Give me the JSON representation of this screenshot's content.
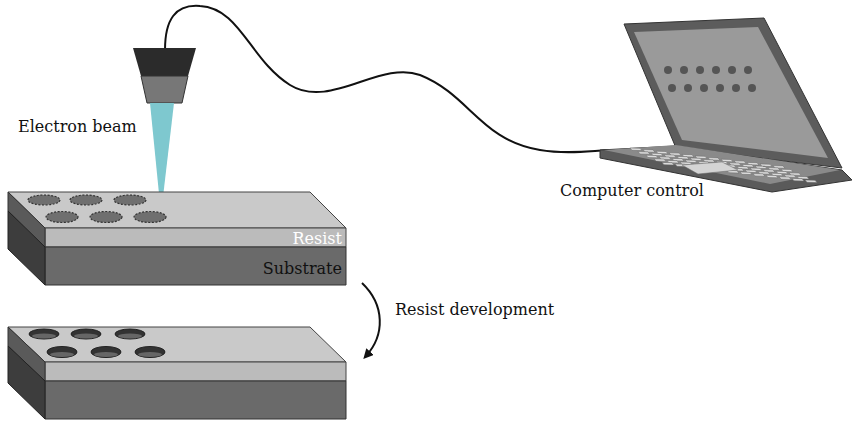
{
  "diagram": {
    "labels": [
      "Electron beam",
      "Resist",
      "Substrate",
      "Computer control",
      "Resist development"
    ]
  }
}
